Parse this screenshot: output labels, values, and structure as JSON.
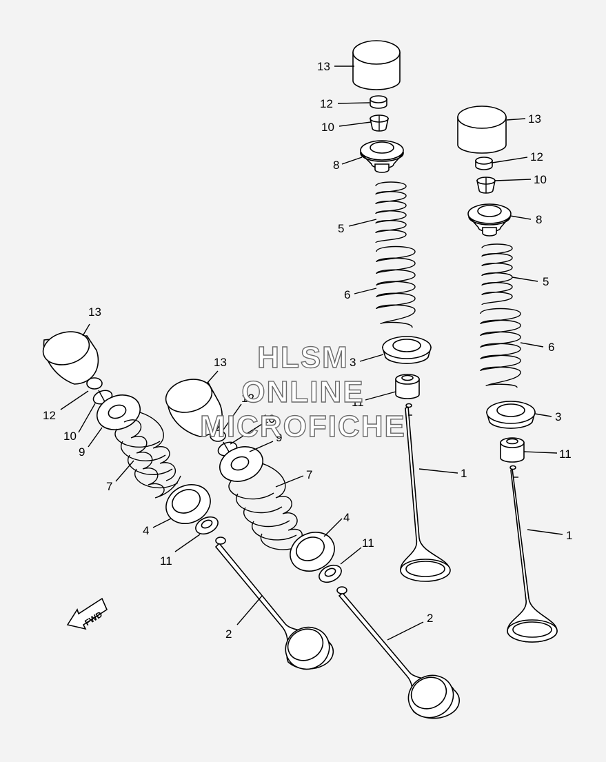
{
  "diagram": {
    "callouts": [
      "1",
      "1",
      "2",
      "2",
      "3",
      "3",
      "4",
      "4",
      "5",
      "5",
      "6",
      "6",
      "7",
      "7",
      "8",
      "8",
      "9",
      "9",
      "10",
      "10",
      "10",
      "10",
      "11",
      "11",
      "11",
      "11",
      "12",
      "12",
      "12",
      "12",
      "13",
      "13",
      "13",
      "13"
    ],
    "fwd_label": "FWD"
  },
  "watermark": {
    "line1": "HLSM",
    "line2": "ONLINE",
    "line3": "MICROFICHE"
  },
  "colors": {
    "background": "#f3f3f3",
    "ink": "#000000",
    "watermark_outline": "#6a6a6a"
  }
}
